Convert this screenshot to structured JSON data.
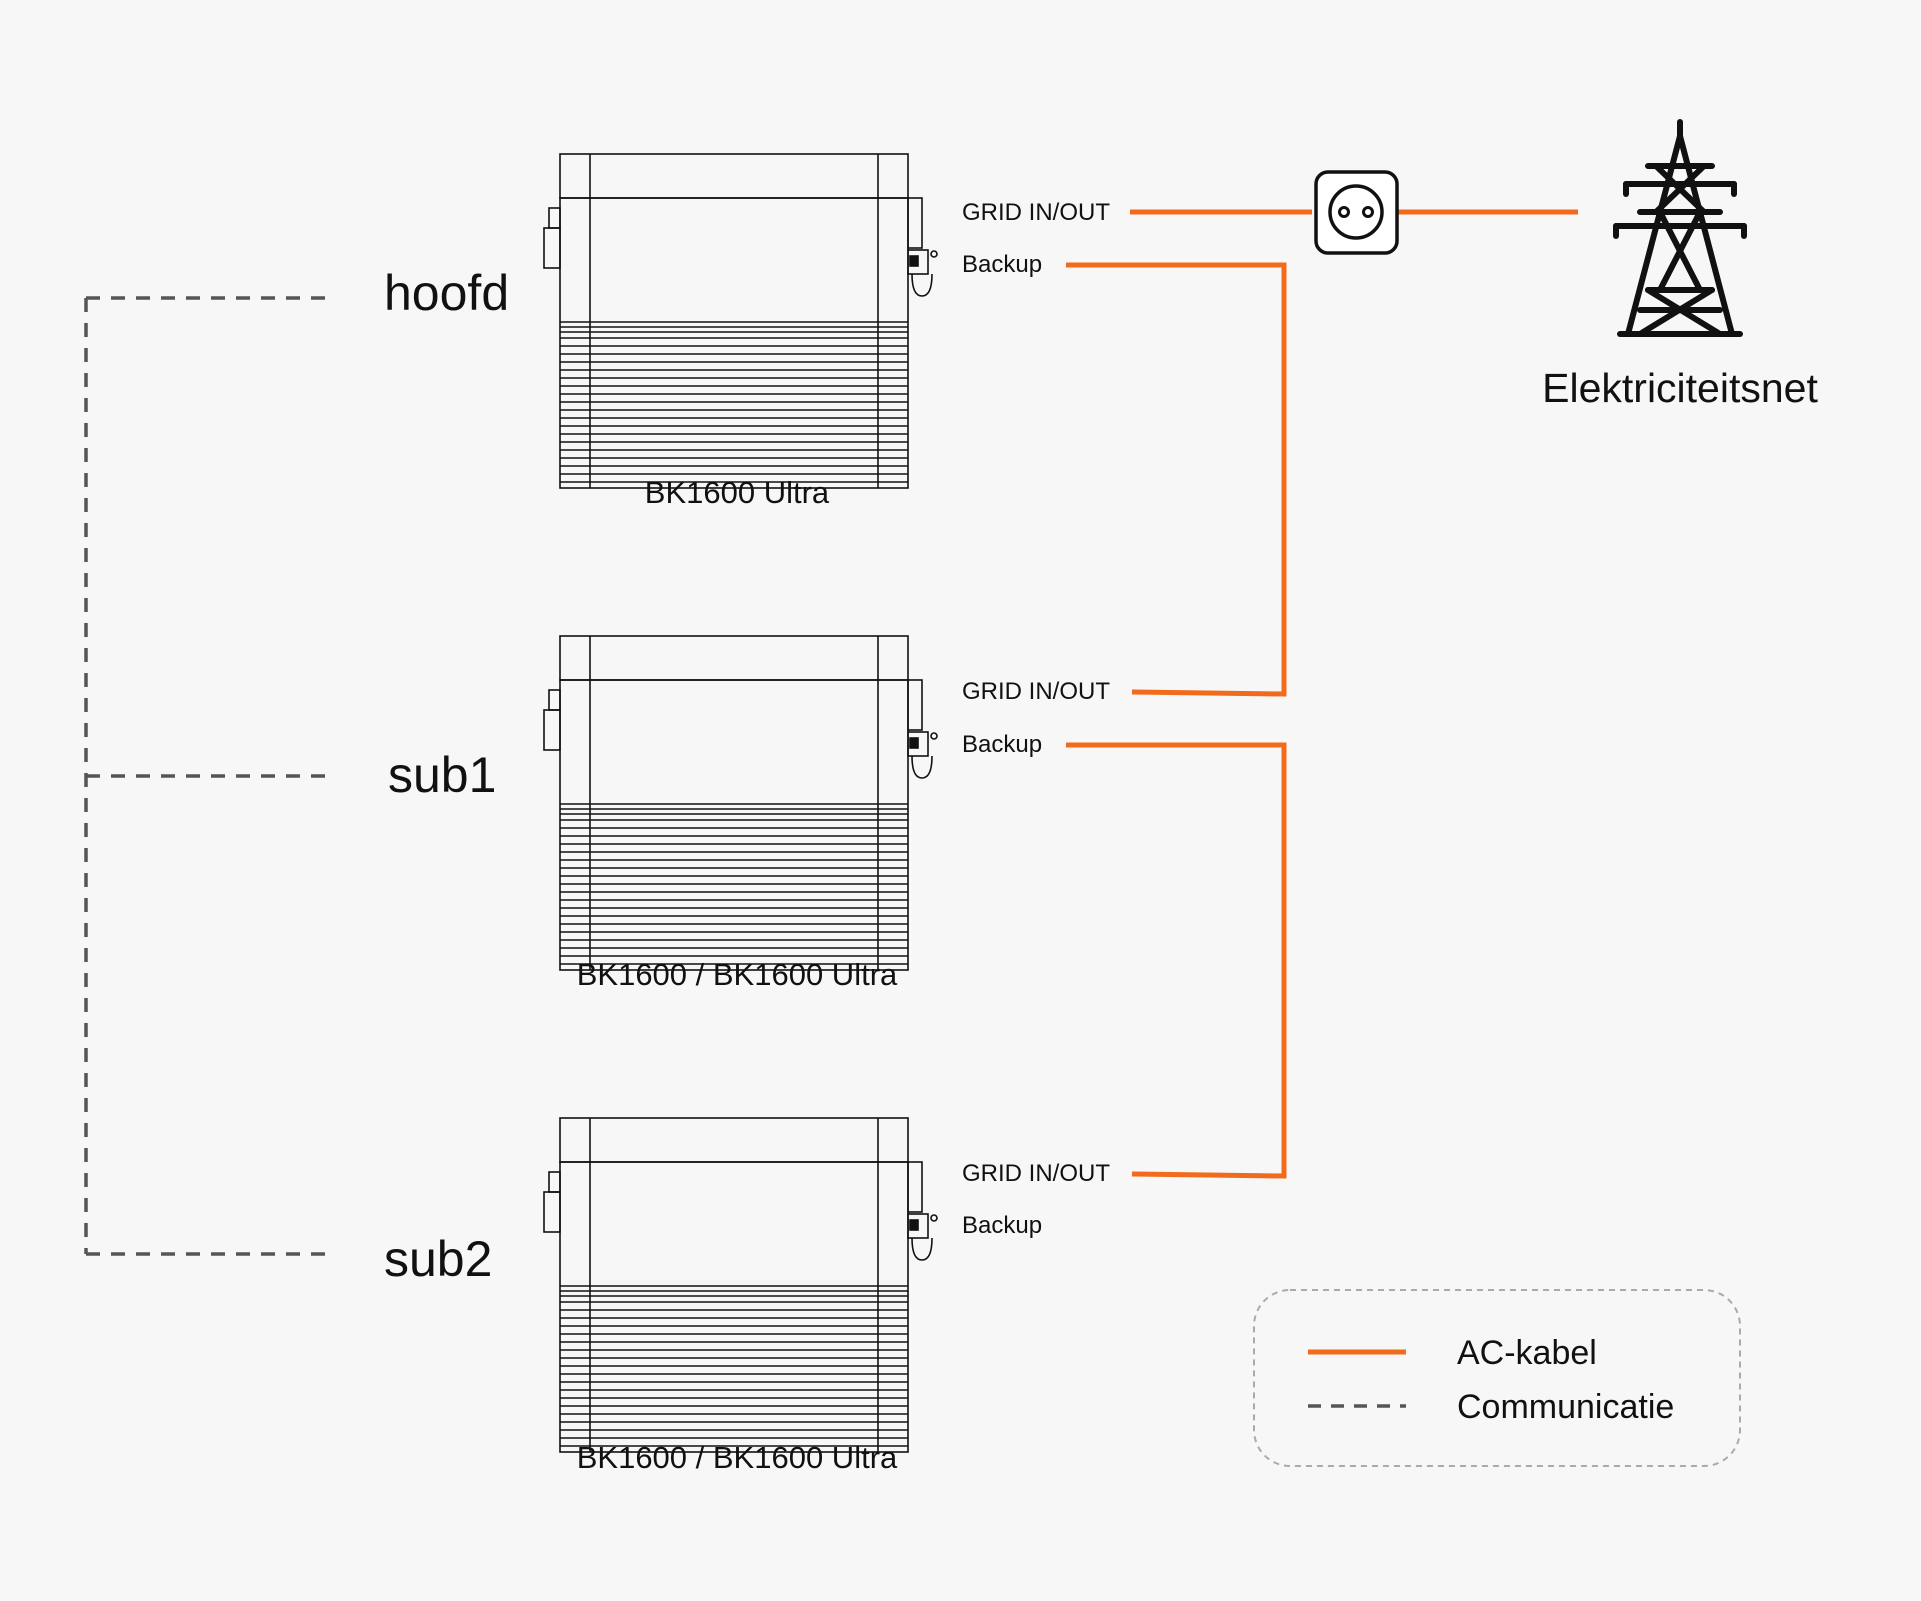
{
  "colors": {
    "ac": "#f26a1b",
    "comm": "#555555",
    "device_stroke": "#111111",
    "background": "#f7f7f7"
  },
  "devices": [
    {
      "role": "hoofd",
      "model": "BK1600 Ultra",
      "port_grid": "GRID IN/OUT",
      "port_backup": "Backup"
    },
    {
      "role": "sub1",
      "model": "BK1600 / BK1600 Ultra",
      "port_grid": "GRID IN/OUT",
      "port_backup": "Backup"
    },
    {
      "role": "sub2",
      "model": "BK1600 / BK1600 Ultra",
      "port_grid": "GRID IN/OUT",
      "port_backup": "Backup"
    }
  ],
  "grid": {
    "label": "Elektriciteitsnet",
    "icon": "power-pylon-icon",
    "outlet_icon": "wall-socket-icon"
  },
  "legend": {
    "ac_label": "AC-kabel",
    "comm_label": "Communicatie"
  }
}
